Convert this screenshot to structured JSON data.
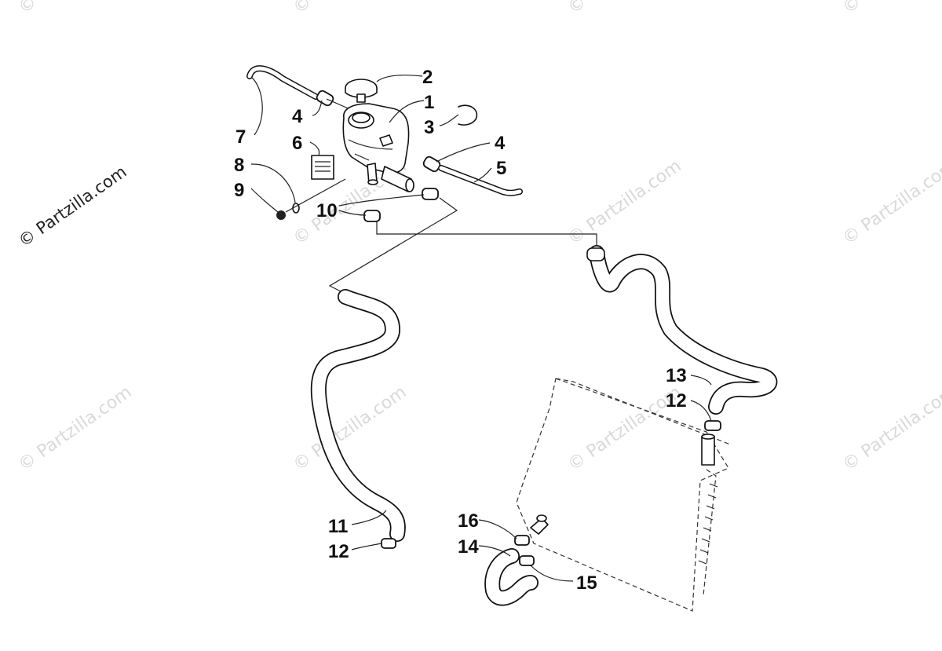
{
  "watermark_main": "© Partzilla.com",
  "watermark_repeat": "© Partzilla.com",
  "callouts": [
    "1",
    "2",
    "3",
    "4",
    "4",
    "5",
    "6",
    "7",
    "8",
    "9",
    "10",
    "11",
    "12",
    "12",
    "13",
    "14",
    "15",
    "16"
  ],
  "parts": {
    "p1": "1",
    "p2": "2",
    "p3": "3",
    "p4a": "4",
    "p4b": "4",
    "p5": "5",
    "p6": "6",
    "p7": "7",
    "p8": "8",
    "p9": "9",
    "p10": "10",
    "p11": "11",
    "p12a": "12",
    "p12b": "12",
    "p13": "13",
    "p14": "14",
    "p15": "15",
    "p16": "16"
  }
}
